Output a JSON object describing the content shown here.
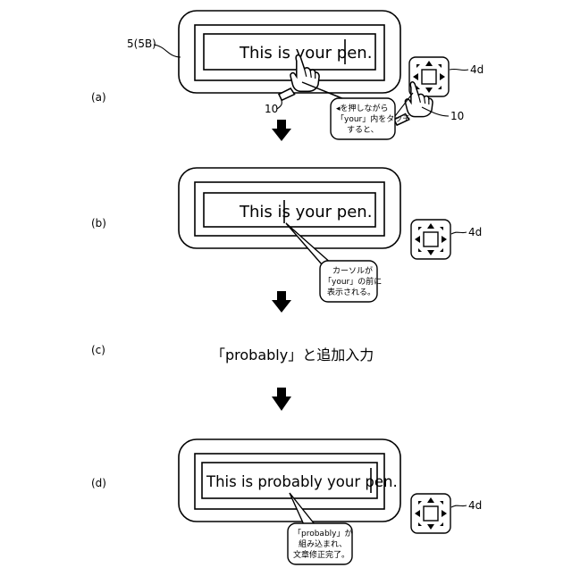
{
  "labels": {
    "step_a": "(a)",
    "step_b": "(b)",
    "step_c": "(c)",
    "step_d": "(d)",
    "device": "5(5B)",
    "pad": "4d",
    "finger_ref": "10"
  },
  "screens": {
    "a_text": "This is your pen.",
    "b_text": "This is your pen.",
    "d_text": "This is probably your pen."
  },
  "callouts": {
    "a_line1": "◂を押しながら",
    "a_line2": "「your」内をタッチ",
    "a_line3": "すると、",
    "b_line1": "カーソルが",
    "b_line2": "「your」の前に",
    "b_line3": "表示される。",
    "d_line1": "「probably」が",
    "d_line2": "組み込まれ、",
    "d_line3": "文章修正完了。"
  },
  "step_c_instruction": "「probably」と追加入力"
}
